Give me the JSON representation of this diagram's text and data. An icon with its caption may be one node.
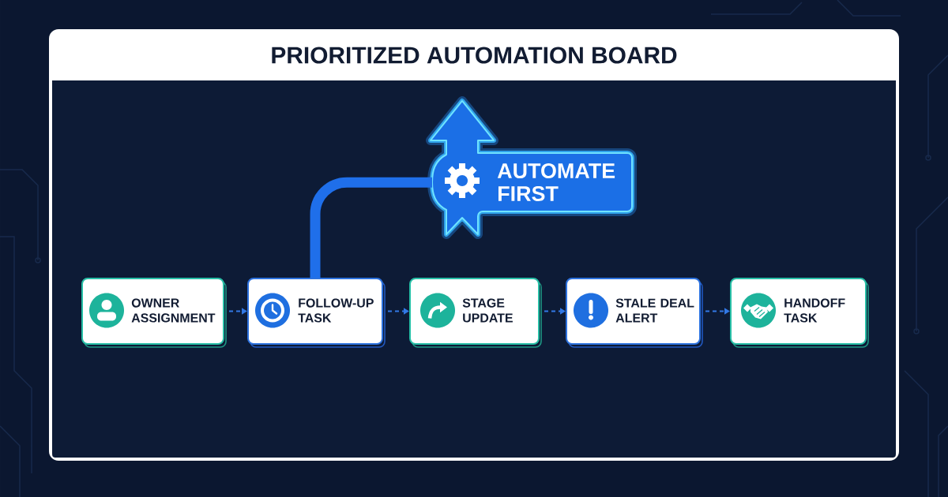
{
  "diagram": {
    "title": "PRIORITIZED AUTOMATION BOARD",
    "nodes": [
      {
        "text": [
          "AUTOMATE FIRST"
        ]
      },
      {
        "text": [
          "OWNER ASSIGNMENT"
        ]
      },
      {
        "text": [
          "FOLLOW-UP TASK"
        ]
      },
      {
        "text": [
          "STAGE UPDATE"
        ]
      },
      {
        "text": [
          "STALE DEAL ALERT"
        ]
      },
      {
        "text": [
          "HANDOFF TASK"
        ]
      }
    ],
    "edges": [
      {
        "from": 1,
        "to": 2,
        "arrow": "to",
        "style": "dashed"
      },
      {
        "from": 2,
        "to": 3,
        "arrow": "to",
        "style": "dashed"
      },
      {
        "from": 3,
        "to": 4,
        "arrow": "to",
        "style": "dashed"
      },
      {
        "from": 4,
        "to": 5,
        "arrow": "to",
        "style": "dashed"
      },
      {
        "from": 2,
        "to": 0,
        "arrow": "none",
        "style": "thick"
      }
    ]
  }
}
